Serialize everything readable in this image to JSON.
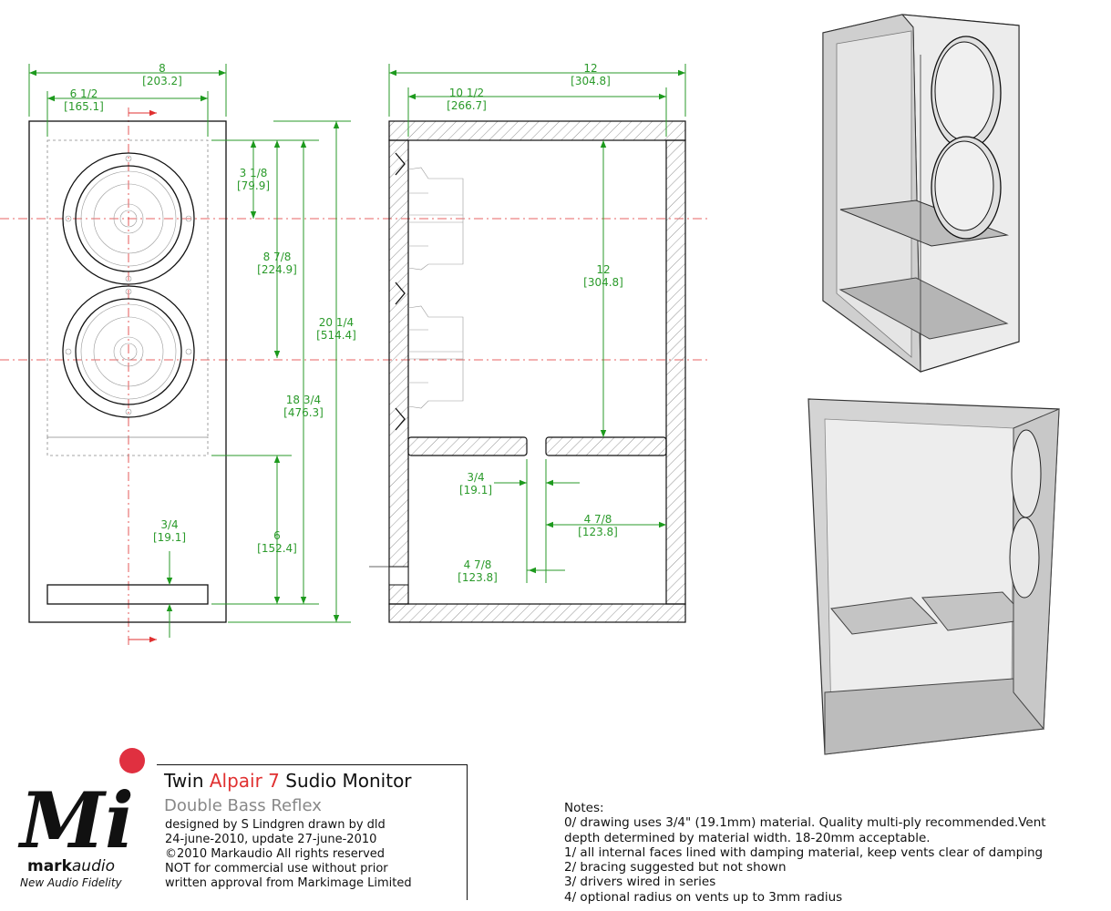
{
  "dimensions": {
    "front_width": {
      "in": "8",
      "mm": "[203.2]"
    },
    "front_inner_width": {
      "in": "6 1/2",
      "mm": "[165.1]"
    },
    "side_depth": {
      "in": "12",
      "mm": "[304.8]"
    },
    "side_inner_depth": {
      "in": "10 1/2",
      "mm": "[266.7]"
    },
    "top_to_driver1": {
      "in": "3 1/8",
      "mm": "[79.9]"
    },
    "driver_spacing": {
      "in": "8 7/8",
      "mm": "[224.9]"
    },
    "total_height": {
      "in": "20 1/4",
      "mm": "[514.4]"
    },
    "inner_height": {
      "in": "18 3/4",
      "mm": "[476.3]"
    },
    "vent_chamber_height": {
      "in": "6",
      "mm": "[152.4]"
    },
    "front_vent_height": {
      "in": "3/4",
      "mm": "[19.1]"
    },
    "upper_chamber_height": {
      "in": "12",
      "mm": "[304.8]"
    },
    "shelf_vent_gap": {
      "in": "3/4",
      "mm": "[19.1]"
    },
    "shelf_depth_right": {
      "in": "4 7/8",
      "mm": "[123.8]"
    },
    "shelf_depth_left": {
      "in": "4 7/8",
      "mm": "[123.8]"
    }
  },
  "title": {
    "prefix": "Twin ",
    "accent": "Alpair 7",
    "suffix": " Sudio Monitor",
    "subtitle": "Double Bass Reflex",
    "accent_color": "#e03030"
  },
  "credits": [
    "designed by S Lindgren drawn by dld",
    "24-june-2010, update 27-june-2010",
    "©2010 Markaudio All rights reserved",
    "NOT for commercial use without prior",
    "written approval from Markimage Limited"
  ],
  "notes": {
    "heading": "Notes:",
    "lines": [
      "0/ drawing uses 3/4\" (19.1mm) material. Quality multi-ply recommended.Vent",
      "depth determined by material width. 18-20mm acceptable.",
      "1/ all internal faces lined with damping material, keep vents clear of damping",
      "2/ bracing suggested but not shown",
      "3/ drivers wired in series",
      "4/ optional radius on vents up to 3mm radius"
    ]
  },
  "brand": {
    "bold": "mark",
    "italic": "audio",
    "tagline": "New Audio Fidelity",
    "logo_glyph": "Mi",
    "dot_color": "#e03040"
  },
  "colors": {
    "dimension": "#2a9a2a",
    "centerline": "#e03030"
  }
}
